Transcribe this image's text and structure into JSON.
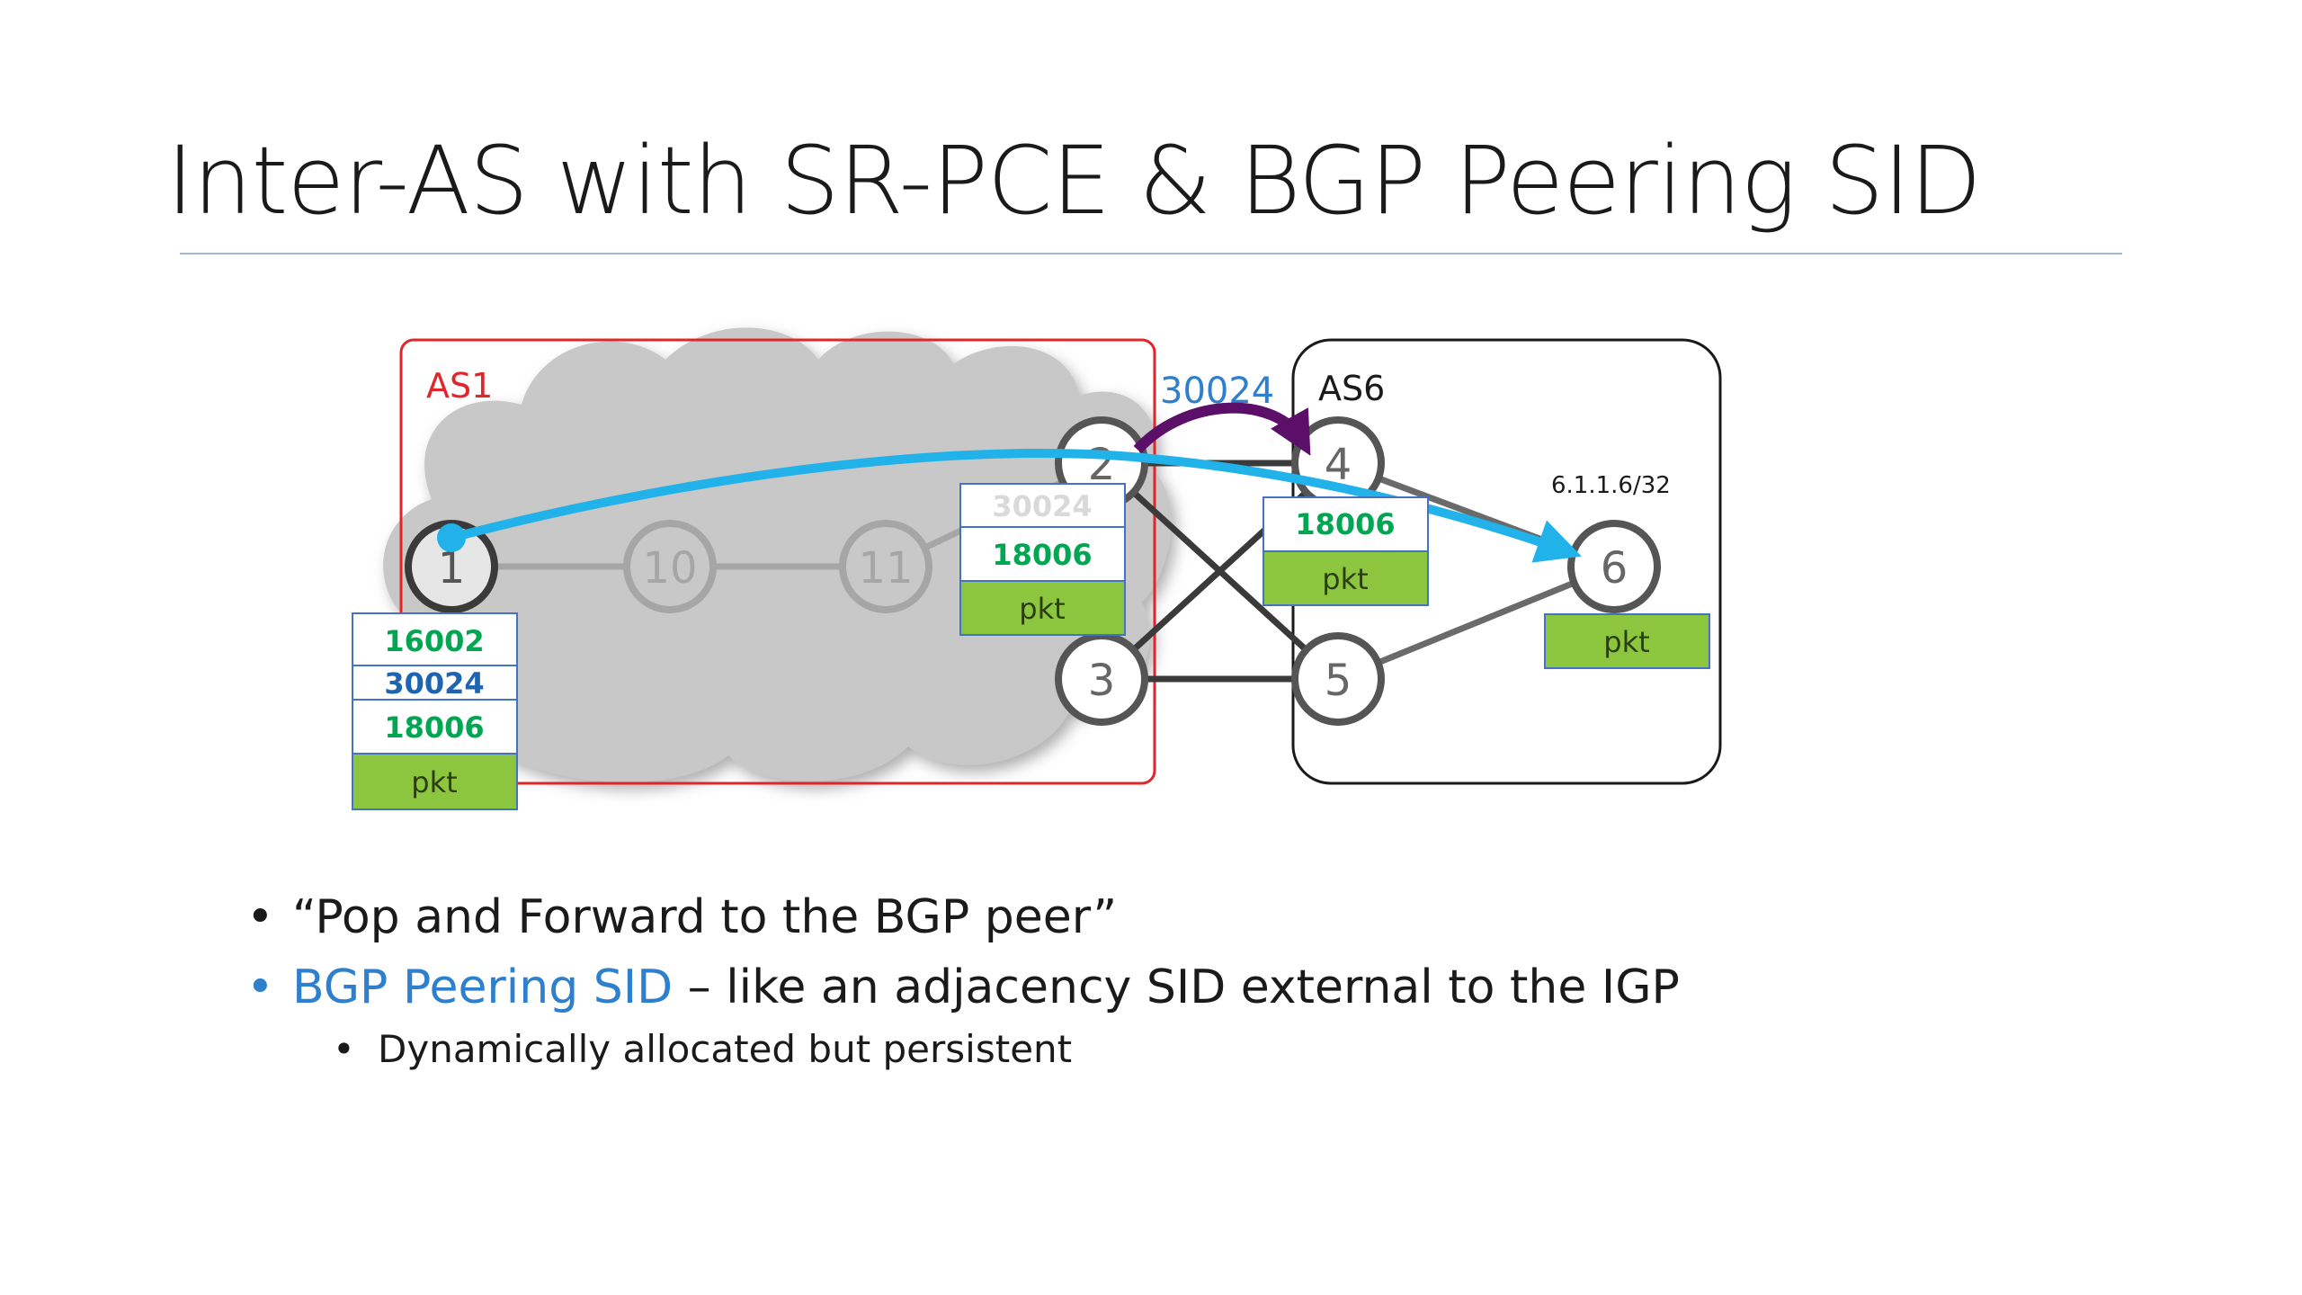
{
  "title": "Inter-AS with SR-PCE & BGP Peering SID",
  "diagram": {
    "as1_label": "AS1",
    "as6_label": "AS6",
    "peering_sid_label": "30024",
    "prefix_label": "6.1.1.6/32",
    "nodes": {
      "n1": "1",
      "n10": "10",
      "n11": "11",
      "n2": "2",
      "n3": "3",
      "n4": "4",
      "n5": "5",
      "n6": "6"
    },
    "stack_node1": [
      "16002",
      "30024",
      "18006",
      "pkt"
    ],
    "stack_node2": [
      "30024",
      "18006",
      "pkt"
    ],
    "stack_node4": [
      "18006",
      "pkt"
    ],
    "stack_node6": [
      "pkt"
    ],
    "colors": {
      "as1_border": "#e0262a",
      "sid_green": "#00a651",
      "sid_blue": "#1f64b0",
      "pkt_fill": "#8cc63f",
      "path_cyan": "#22b2ea",
      "peering_arrow": "#5b0f68",
      "cloud": "#c8c8c8"
    }
  },
  "bullets": {
    "b1": "“Pop and Forward to the BGP peer”",
    "b2_highlight": "BGP Peering SID",
    "b2_rest": " – like an adjacency SID external to the IGP",
    "b3": "Dynamically allocated but persistent"
  }
}
